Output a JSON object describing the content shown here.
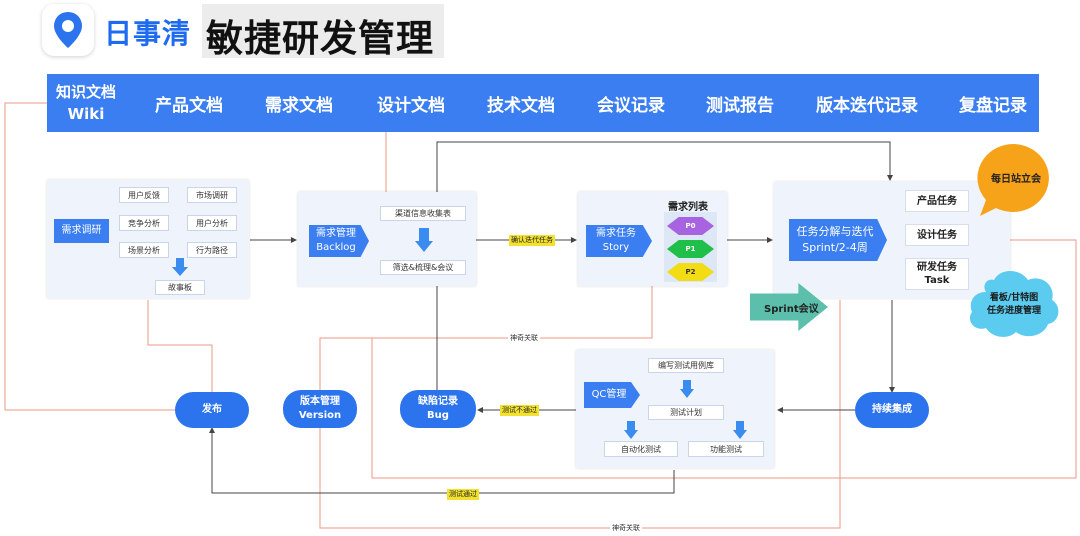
{
  "brand": {
    "name": "日事清",
    "logo_icon": "location-pin-icon",
    "accent": "#1e6bf0"
  },
  "page_title": "敏捷研发管理",
  "nav": {
    "first": {
      "line1": "知识文档",
      "line2": "Wiki"
    },
    "items": [
      "产品文档",
      "需求文档",
      "设计文档",
      "技术文档",
      "会议记录",
      "测试报告",
      "版本迭代记录",
      "复盘记录"
    ],
    "color": "#3a7ef2"
  },
  "research": {
    "badge": "需求调研",
    "items": [
      "用户反馈",
      "市场调研",
      "竞争分析",
      "用户分析",
      "场景分析",
      "行为路径"
    ],
    "result": "故事板"
  },
  "backlog": {
    "badge_line1": "需求管理",
    "badge_line2": "Backlog",
    "collect": "渠道信息收集表",
    "meeting": "筛选&梳理&会议"
  },
  "story": {
    "badge_line1": "需求任务",
    "badge_line2": "Story",
    "list_title": "需求列表",
    "priorities": [
      "P0",
      "P1",
      "P2"
    ]
  },
  "sprint": {
    "badge_line1": "任务分解与迭代",
    "badge_line2": "Sprint/2-4周",
    "tasks": [
      {
        "line1": "产品任务",
        "line2": ""
      },
      {
        "line1": "设计任务",
        "line2": ""
      },
      {
        "line1": "研发任务",
        "line2": "Task"
      }
    ],
    "meeting_arrow": "Sprint会议"
  },
  "bubbles": {
    "standup": "每日站立会",
    "board_line1": "看板/甘特图",
    "board_line2": "任务进度管理"
  },
  "qc": {
    "badge": "QC管理",
    "write_cases": "编写测试用例库",
    "plan": "测试计划",
    "auto_test": "自动化测试",
    "func_test": "功能测试"
  },
  "pills": {
    "release": "发布",
    "version_line1": "版本管理",
    "version_line2": "Version",
    "bug_line1": "缺陷记录",
    "bug_line2": "Bug",
    "ci": "持续集成"
  },
  "labels": {
    "confirm_iteration": "确认迭代任务",
    "test_fail": "测试不通过",
    "test_pass": "测试通过",
    "task_link_1": "神奇关联",
    "task_link_2": "神奇关联"
  }
}
